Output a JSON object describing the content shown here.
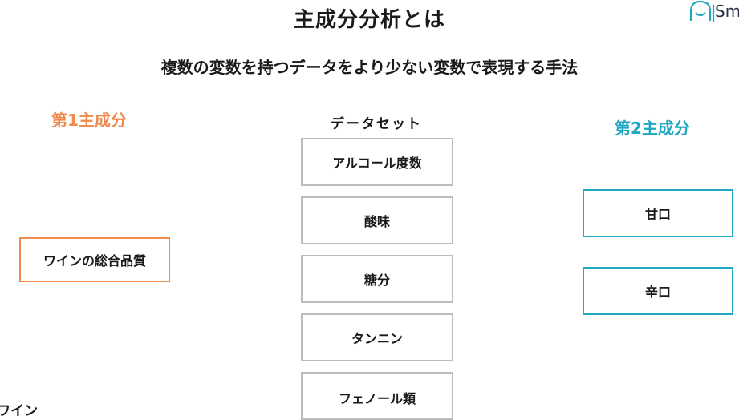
{
  "title": "主成分分析とは",
  "subtitle": "複数の変数を持つデータをより少ない変数で表現する手法",
  "logo": {
    "text": "Smi"
  },
  "colors": {
    "orange": "#f08a4b",
    "teal": "#20a7c1",
    "gray": "#bdbdbd"
  },
  "first_component": {
    "heading": "第1主成分",
    "items": [
      "ワインの総合品質"
    ]
  },
  "dataset": {
    "heading": "データセット",
    "items": [
      "アルコール度数",
      "酸味",
      "糖分",
      "タンニン",
      "フェノール類"
    ]
  },
  "second_component": {
    "heading": "第2主成分",
    "items": [
      "甘口",
      "辛口"
    ]
  },
  "footer_cut": "ワイン"
}
